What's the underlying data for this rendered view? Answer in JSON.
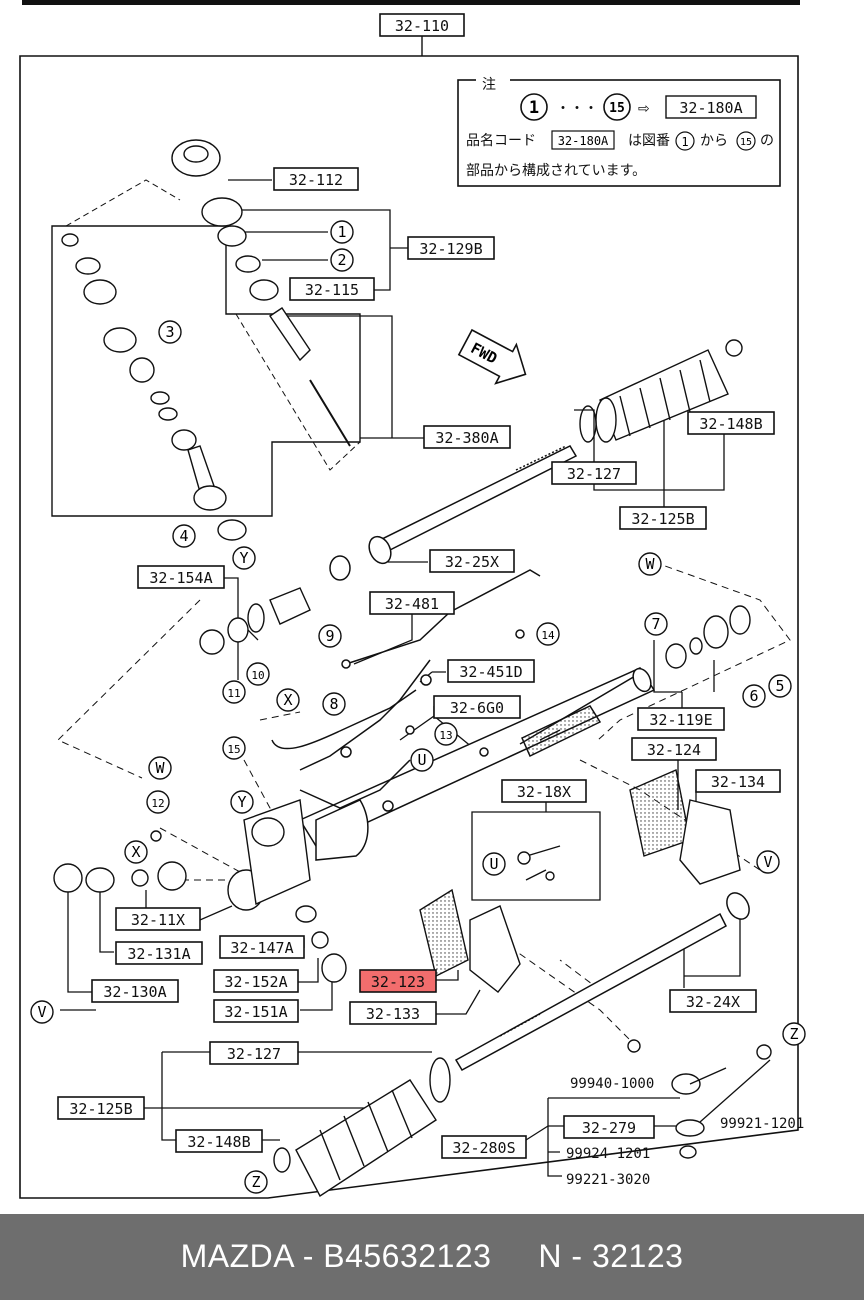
{
  "diagram": {
    "top_label": "32-110",
    "note": {
      "heading": "注",
      "range_start": "1",
      "dots": "・・・",
      "range_end": "15",
      "arrow": "⇨",
      "code": "32-180A",
      "line1_a": "品名コード",
      "line1_code": "32-180A",
      "line1_b": "は図番",
      "line1_n1": "1",
      "line1_c": "から",
      "line1_n2": "15",
      "line1_d": "の",
      "line2": "部品から構成されています。"
    },
    "fwd_label": "FWD",
    "highlight_color": "#f26d6d",
    "labels": [
      {
        "id": "32-112",
        "text": "32-112"
      },
      {
        "id": "32-129B",
        "text": "32-129B"
      },
      {
        "id": "32-115",
        "text": "32-115"
      },
      {
        "id": "32-380A",
        "text": "32-380A"
      },
      {
        "id": "32-148B-top",
        "text": "32-148B"
      },
      {
        "id": "32-127-top",
        "text": "32-127"
      },
      {
        "id": "32-125B-top",
        "text": "32-125B"
      },
      {
        "id": "32-25X",
        "text": "32-25X"
      },
      {
        "id": "32-154A",
        "text": "32-154A"
      },
      {
        "id": "32-481",
        "text": "32-481"
      },
      {
        "id": "32-451D",
        "text": "32-451D"
      },
      {
        "id": "32-6G0",
        "text": "32-6G0"
      },
      {
        "id": "32-119E",
        "text": "32-119E"
      },
      {
        "id": "32-124",
        "text": "32-124"
      },
      {
        "id": "32-134",
        "text": "32-134"
      },
      {
        "id": "32-18X",
        "text": "32-18X"
      },
      {
        "id": "32-11X",
        "text": "32-11X"
      },
      {
        "id": "32-147A",
        "text": "32-147A"
      },
      {
        "id": "32-131A",
        "text": "32-131A"
      },
      {
        "id": "32-152A",
        "text": "32-152A"
      },
      {
        "id": "32-123",
        "text": "32-123"
      },
      {
        "id": "32-130A",
        "text": "32-130A"
      },
      {
        "id": "32-151A",
        "text": "32-151A"
      },
      {
        "id": "32-133",
        "text": "32-133"
      },
      {
        "id": "32-24X",
        "text": "32-24X"
      },
      {
        "id": "32-127-bot",
        "text": "32-127"
      },
      {
        "id": "32-125B-bot",
        "text": "32-125B"
      },
      {
        "id": "32-148B-bot",
        "text": "32-148B"
      },
      {
        "id": "32-279",
        "text": "32-279"
      },
      {
        "id": "32-280S",
        "text": "32-280S"
      }
    ],
    "plain_codes": [
      {
        "id": "99940-1000",
        "text": "99940-1000"
      },
      {
        "id": "99921-1201",
        "text": "99921-1201"
      },
      {
        "id": "99924-1201",
        "text": "99924-1201"
      },
      {
        "id": "99221-3020",
        "text": "99221-3020"
      }
    ],
    "callouts": [
      "1",
      "2",
      "3",
      "4",
      "5",
      "6",
      "7",
      "8",
      "9",
      "10",
      "11",
      "12",
      "13",
      "14",
      "15",
      "Y",
      "W",
      "X",
      "U",
      "V",
      "Z"
    ]
  },
  "footer": {
    "brand": "MAZDA",
    "sep1": " - ",
    "part_number": "B45632123",
    "gap": "     ",
    "ref_prefix": "N - ",
    "ref_number": "32123"
  }
}
